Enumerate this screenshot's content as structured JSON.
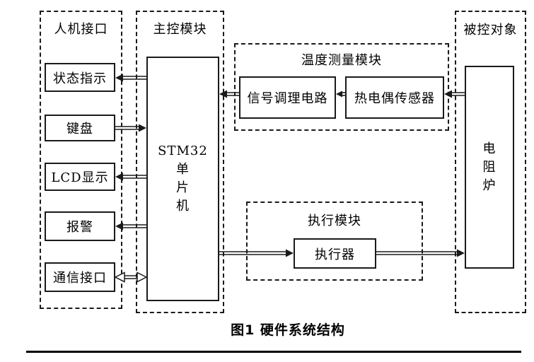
{
  "figure": {
    "caption": "图1  硬件系统结构"
  },
  "groups": {
    "hmi": {
      "label": "人机接口"
    },
    "main_control": {
      "label": "主控模块"
    },
    "temperature": {
      "label": "温度测量模块"
    },
    "execution": {
      "label": "执行模块"
    },
    "controlled": {
      "label": "被控对象"
    }
  },
  "blocks": {
    "status": {
      "label": "状态指示"
    },
    "keyboard": {
      "label": "键盘"
    },
    "lcd": {
      "label": "LCD显示"
    },
    "alarm": {
      "label": "报警"
    },
    "comm": {
      "label": "通信接口"
    },
    "mcu": {
      "lines": [
        "STM32",
        "单",
        "片",
        "机"
      ]
    },
    "signal_conditioning": {
      "label": "信号调理电路"
    },
    "thermocouple": {
      "label": "热电偶传感器"
    },
    "actuator": {
      "label": "执行器"
    },
    "furnace": {
      "lines": [
        "电",
        "阻",
        "炉"
      ]
    }
  },
  "colors": {
    "line": "#1a1a1a",
    "background": "#ffffff"
  }
}
